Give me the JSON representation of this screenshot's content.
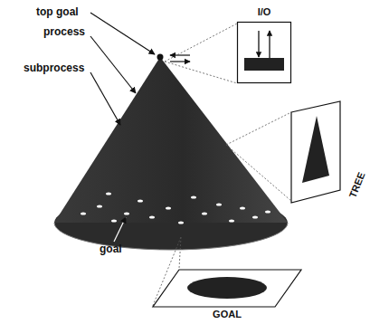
{
  "diagram": {
    "nodes": [
      {
        "text": [
          "I/O"
        ]
      },
      {
        "text": [
          "TREE"
        ]
      },
      {
        "text": [
          "GOAL"
        ]
      }
    ],
    "labels": [
      "top goal",
      "process",
      "subprocess",
      "goal"
    ]
  }
}
